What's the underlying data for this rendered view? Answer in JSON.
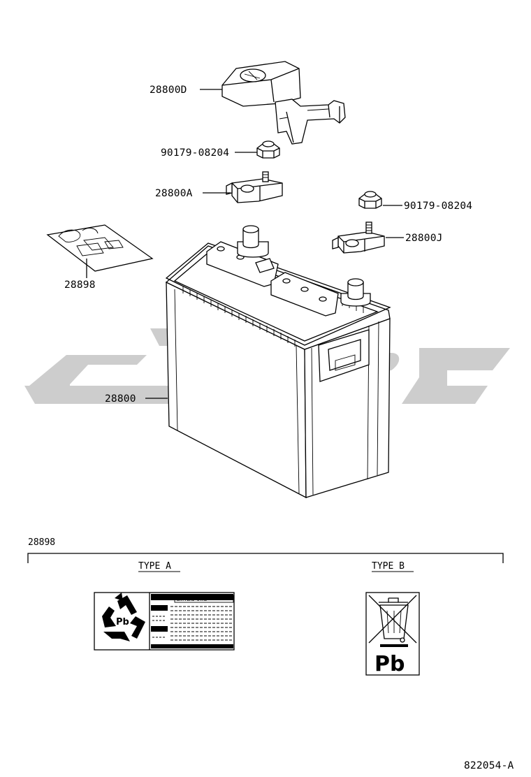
{
  "diagram": {
    "callouts": {
      "terminal_cover": "28800D",
      "nut_left": "90179-08204",
      "clamp_a": "28800A",
      "nut_right": "90179-08204",
      "clamp_j": "28800J",
      "label_part": "28898",
      "battery": "28800"
    },
    "detail": {
      "header": "28898",
      "type_a": "TYPE A",
      "type_b": "TYPE B",
      "label_a_title": "BATTERI-SYRE",
      "pb_text": "Pb",
      "pb_small": "Pb"
    },
    "drawing_number": "822054-A",
    "watermark_color": "#c8c8c8"
  }
}
